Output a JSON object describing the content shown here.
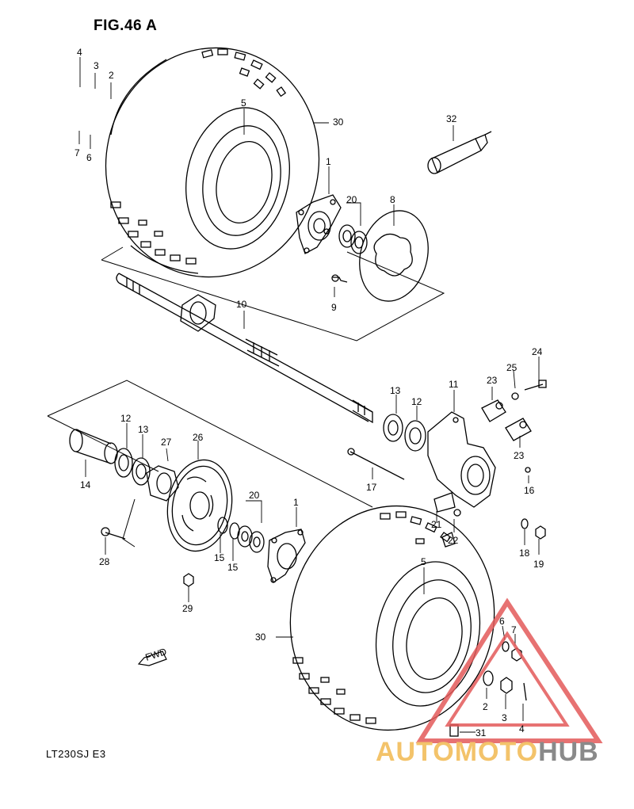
{
  "figure": {
    "title": "FIG.46 A",
    "model": "LT230SJ E3",
    "fwd_label": "FWD"
  },
  "watermark": {
    "text_color_part": "AUTOMOTO",
    "text_gray_part": "HUB",
    "triangle_color": "#e35a5a",
    "text_color": "#f3c36a",
    "gray_color": "#8a8a8a"
  },
  "callouts": [
    {
      "id": "c4a",
      "text": "4"
    },
    {
      "id": "c3a",
      "text": "3"
    },
    {
      "id": "c2a",
      "text": "2"
    },
    {
      "id": "c7a",
      "text": "7"
    },
    {
      "id": "c6a",
      "text": "6"
    },
    {
      "id": "c5a",
      "text": "5"
    },
    {
      "id": "c30a",
      "text": "30"
    },
    {
      "id": "c32",
      "text": "32"
    },
    {
      "id": "c1a",
      "text": "1"
    },
    {
      "id": "c20a",
      "text": "20"
    },
    {
      "id": "c8",
      "text": "8"
    },
    {
      "id": "c9",
      "text": "9"
    },
    {
      "id": "c10",
      "text": "10"
    },
    {
      "id": "c24",
      "text": "24"
    },
    {
      "id": "c25",
      "text": "25"
    },
    {
      "id": "c23a",
      "text": "23"
    },
    {
      "id": "c11",
      "text": "11"
    },
    {
      "id": "c13a",
      "text": "13"
    },
    {
      "id": "c12a",
      "text": "12"
    },
    {
      "id": "c23b",
      "text": "23"
    },
    {
      "id": "c12b",
      "text": "12"
    },
    {
      "id": "c13b",
      "text": "13"
    },
    {
      "id": "c27",
      "text": "27"
    },
    {
      "id": "c26",
      "text": "26"
    },
    {
      "id": "c14",
      "text": "14"
    },
    {
      "id": "c17",
      "text": "17"
    },
    {
      "id": "c16",
      "text": "16"
    },
    {
      "id": "c20b",
      "text": "20"
    },
    {
      "id": "c1b",
      "text": "1"
    },
    {
      "id": "c21",
      "text": "21"
    },
    {
      "id": "c22",
      "text": "22"
    },
    {
      "id": "c18",
      "text": "18"
    },
    {
      "id": "c19",
      "text": "19"
    },
    {
      "id": "c28",
      "text": "28"
    },
    {
      "id": "c15a",
      "text": "15"
    },
    {
      "id": "c15b",
      "text": "15"
    },
    {
      "id": "c29",
      "text": "29"
    },
    {
      "id": "c5b",
      "text": "5"
    },
    {
      "id": "c30b",
      "text": "30"
    },
    {
      "id": "c6b",
      "text": "6"
    },
    {
      "id": "c7b",
      "text": "7"
    },
    {
      "id": "c2b",
      "text": "2"
    },
    {
      "id": "c3b",
      "text": "3"
    },
    {
      "id": "c4b",
      "text": "4"
    },
    {
      "id": "c31",
      "text": "31"
    }
  ]
}
